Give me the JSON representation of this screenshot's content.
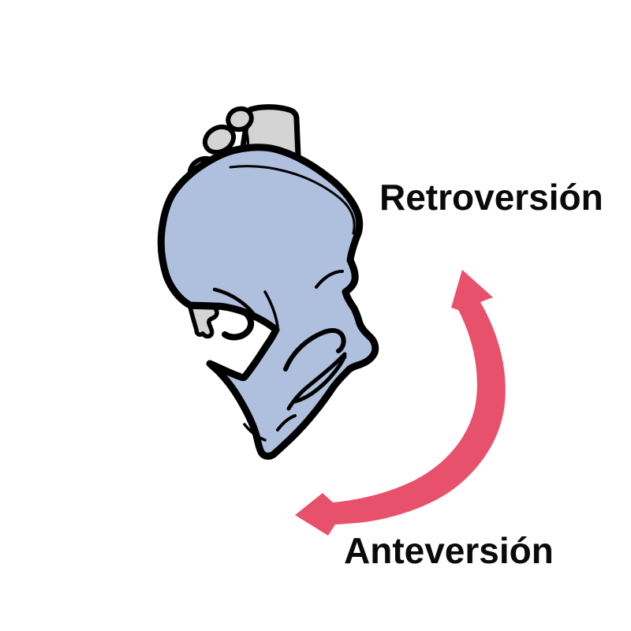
{
  "title": "Pelvis tilt diagram",
  "labels": {
    "retroversion": "Retroversión",
    "anteversion": "Anteversión"
  },
  "colors": {
    "background": "#ffffff",
    "bone_fill": "#aec0dd",
    "sacrum_fill": "#d4d4d4",
    "outline": "#000000",
    "arrow": "#e8516b",
    "text": "#0a0a0a"
  },
  "illustration": {
    "subject": "hip-bone-lateral-view",
    "arrow": "curved-double-headed-rotation-arrow"
  }
}
